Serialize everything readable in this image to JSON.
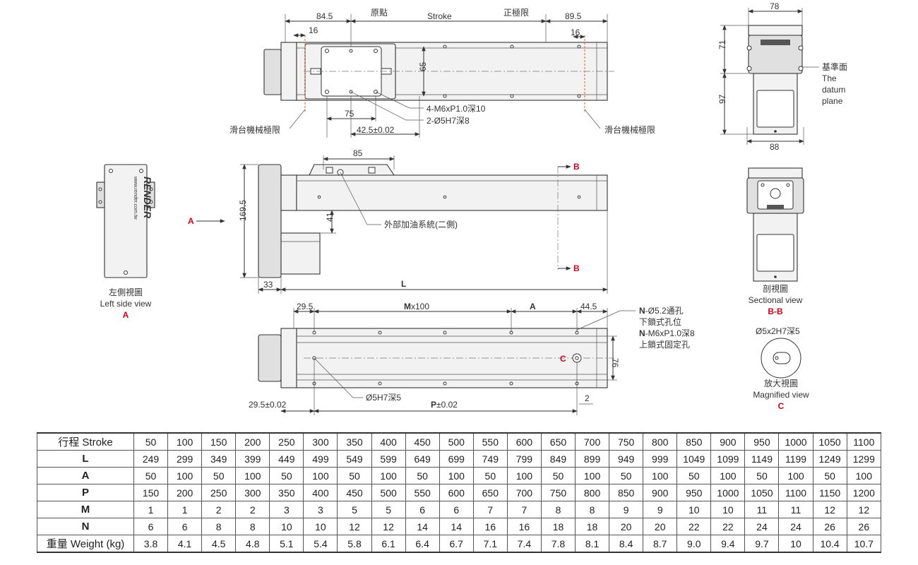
{
  "top_view": {
    "dim_left": "84.5",
    "dim_origin": "原點",
    "dim_stroke": "Stroke",
    "dim_positive_limit": "正極限",
    "dim_right": "89.5",
    "dim_16_left": "16",
    "dim_16_right": "16",
    "dim_65": "65",
    "dim_75": "75",
    "dim_42_5": "42.5±0.02",
    "callout_m6": "4-M6xP1.0深10",
    "callout_pin": "2-Ø5H7深8",
    "limit_left": "滑台機械極限",
    "limit_right": "滑台機械極限"
  },
  "front_view": {
    "dim_85": "85",
    "dim_169_5": "169.5",
    "dim_41": "41",
    "dim_33": "33",
    "dim_L": "L",
    "label_A": "A",
    "label_B_top": "B",
    "label_B_bottom": "B",
    "callout_oil": "外部加油系統(二側)"
  },
  "left_view": {
    "brand_url": "www.render.com.tw",
    "caption_zh": "左側視圖",
    "caption_en": "Left side view",
    "caption_letter": "A"
  },
  "bottom_view": {
    "dim_29_5": "29.5",
    "dim_mx100_letter": "M",
    "dim_mx100_rest": "x100",
    "dim_A": "A",
    "dim_44_5": "44.5",
    "dim_76": "76",
    "dim_29_5_tol": "29.5±0.02",
    "dim_P_letter": "P",
    "dim_P_rest": "±0.02",
    "dim_2": "2",
    "callout_pin": "Ø5H7深5",
    "label_C": "C",
    "note_line1_letter": "N",
    "note_line1_rest": "-Ø5.2通孔",
    "note_line2": "下鎖式孔位",
    "note_line3_letter": "N",
    "note_line3_rest": "-M6xP1.0深8",
    "note_line4": "上鎖式固定孔"
  },
  "end_view": {
    "dim_78": "78",
    "dim_71": "71",
    "dim_97": "97",
    "dim_88": "88",
    "datum_zh": "基準面",
    "datum_en1": "The",
    "datum_en2": "datum",
    "datum_en3": "plane"
  },
  "sectional_view": {
    "caption_zh": "剖視圖",
    "caption_en": "Sectional view",
    "caption_letter": "B-B"
  },
  "magnified_view": {
    "dim_slot": "Ø5x2H7深5",
    "caption_zh": "放大視圖",
    "caption_en": "Magnified view",
    "caption_letter": "C"
  },
  "spec_table": {
    "rows": [
      {
        "label": "行程  Stroke",
        "bold": false,
        "values": [
          "50",
          "100",
          "150",
          "200",
          "250",
          "300",
          "350",
          "400",
          "450",
          "500",
          "550",
          "600",
          "650",
          "700",
          "750",
          "800",
          "850",
          "900",
          "950",
          "1000",
          "1050",
          "1100"
        ]
      },
      {
        "label": "L",
        "bold": true,
        "values": [
          "249",
          "299",
          "349",
          "399",
          "449",
          "499",
          "549",
          "599",
          "649",
          "699",
          "749",
          "799",
          "849",
          "899",
          "949",
          "999",
          "1049",
          "1099",
          "1149",
          "1199",
          "1249",
          "1299"
        ]
      },
      {
        "label": "A",
        "bold": true,
        "values": [
          "50",
          "100",
          "50",
          "100",
          "50",
          "100",
          "50",
          "100",
          "50",
          "100",
          "50",
          "100",
          "50",
          "100",
          "50",
          "100",
          "50",
          "100",
          "50",
          "100",
          "50",
          "100"
        ]
      },
      {
        "label": "P",
        "bold": true,
        "values": [
          "150",
          "200",
          "250",
          "300",
          "350",
          "400",
          "450",
          "500",
          "550",
          "600",
          "650",
          "700",
          "750",
          "800",
          "850",
          "900",
          "950",
          "1000",
          "1050",
          "1100",
          "1150",
          "1200"
        ]
      },
      {
        "label": "M",
        "bold": true,
        "values": [
          "1",
          "1",
          "2",
          "2",
          "3",
          "3",
          "5",
          "5",
          "6",
          "6",
          "7",
          "7",
          "8",
          "8",
          "9",
          "9",
          "10",
          "10",
          "11",
          "11",
          "12",
          "12"
        ]
      },
      {
        "label": "N",
        "bold": true,
        "values": [
          "6",
          "6",
          "8",
          "8",
          "10",
          "10",
          "12",
          "12",
          "14",
          "14",
          "16",
          "16",
          "18",
          "18",
          "20",
          "20",
          "22",
          "22",
          "24",
          "24",
          "26",
          "26"
        ]
      },
      {
        "label": "重量 Weight (kg)",
        "bold": false,
        "values": [
          "3.8",
          "4.1",
          "4.5",
          "4.8",
          "5.1",
          "5.4",
          "5.8",
          "6.1",
          "6.4",
          "6.7",
          "7.1",
          "7.4",
          "7.8",
          "8.1",
          "8.4",
          "8.7",
          "9.0",
          "9.4",
          "9.7",
          "10",
          "10.4",
          "10.7"
        ]
      }
    ]
  }
}
